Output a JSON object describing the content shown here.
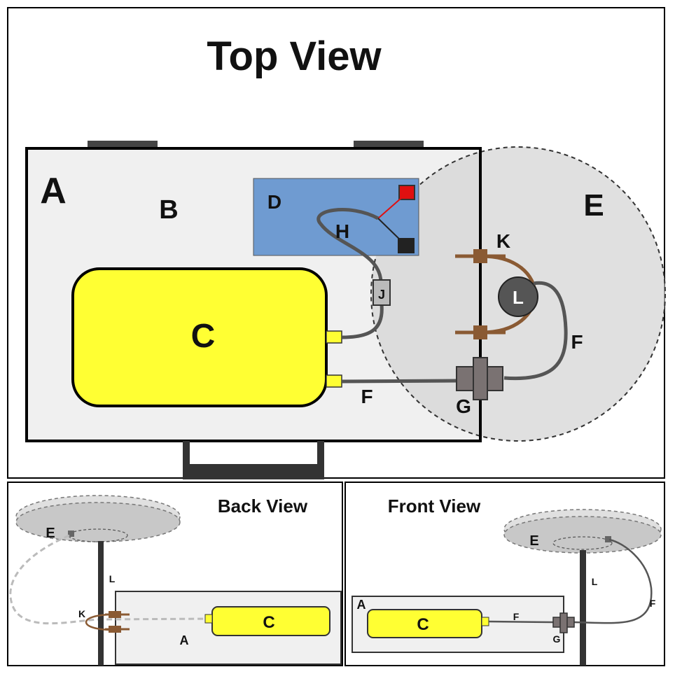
{
  "panels": {
    "top": {
      "title": "Top View",
      "labels": {
        "A": "A",
        "B": "B",
        "C": "C",
        "D": "D",
        "E": "E",
        "F1": "F",
        "F2": "F",
        "G": "G",
        "H": "H",
        "J": "J",
        "K": "K",
        "L": "L"
      }
    },
    "back": {
      "title": "Back View",
      "labels": {
        "E": "E",
        "L": "L",
        "K": "K",
        "C": "C",
        "A": "A"
      }
    },
    "front": {
      "title": "Front View",
      "labels": {
        "A": "A",
        "C": "C",
        "E": "E",
        "L": "L",
        "F1": "F",
        "F2": "F",
        "G": "G"
      }
    }
  },
  "colors": {
    "panel_fill": "#f0f0f0",
    "yellow": "#ffff33",
    "yellow_port": "#ffff33",
    "blue": "#6f9bd1",
    "brown": "#8a5a33",
    "gray_dark": "#555555",
    "e_disc": "#d0d0d0"
  }
}
